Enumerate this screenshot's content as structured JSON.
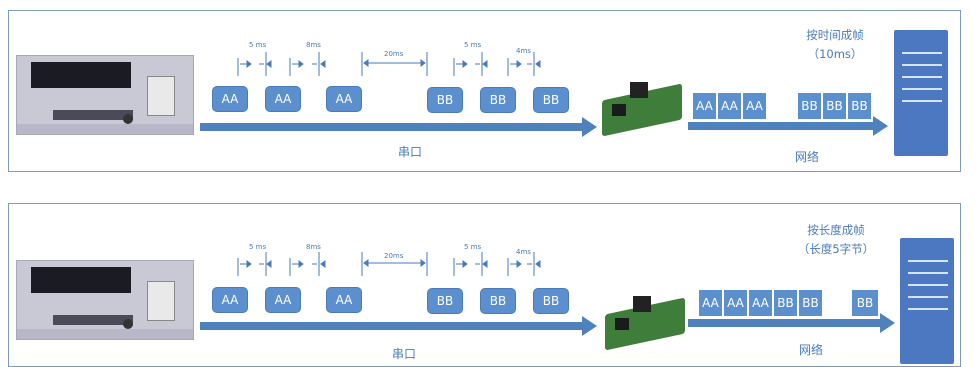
{
  "colors": {
    "accent": "#4a7bb8",
    "packet": "#5b8fce",
    "arrow": "#4f81bd",
    "border": "#7d9bbd"
  },
  "panels": [
    {
      "title_line1": "按时间成帧",
      "title_line2": "（10ms）",
      "serial_label": "串口",
      "network_label": "网络",
      "serial_packets": [
        "AA",
        "AA",
        "AA",
        "BB",
        "BB",
        "BB"
      ],
      "gap_labels": [
        "5 ms",
        "8ms",
        "20ms",
        "5 ms",
        "4ms"
      ],
      "network_packets": [
        "AA",
        "AA",
        "AA",
        "BB",
        "BB",
        "BB"
      ]
    },
    {
      "title_line1": "按长度成帧",
      "title_line2": "（长度5字节）",
      "serial_label": "串口",
      "network_label": "网络",
      "serial_packets": [
        "AA",
        "AA",
        "AA",
        "BB",
        "BB",
        "BB"
      ],
      "gap_labels": [
        "5 ms",
        "8ms",
        "20ms",
        "5 ms",
        "4ms"
      ],
      "network_packets": [
        "AA",
        "AA",
        "AA",
        "BB",
        "BB",
        "BB"
      ]
    }
  ]
}
